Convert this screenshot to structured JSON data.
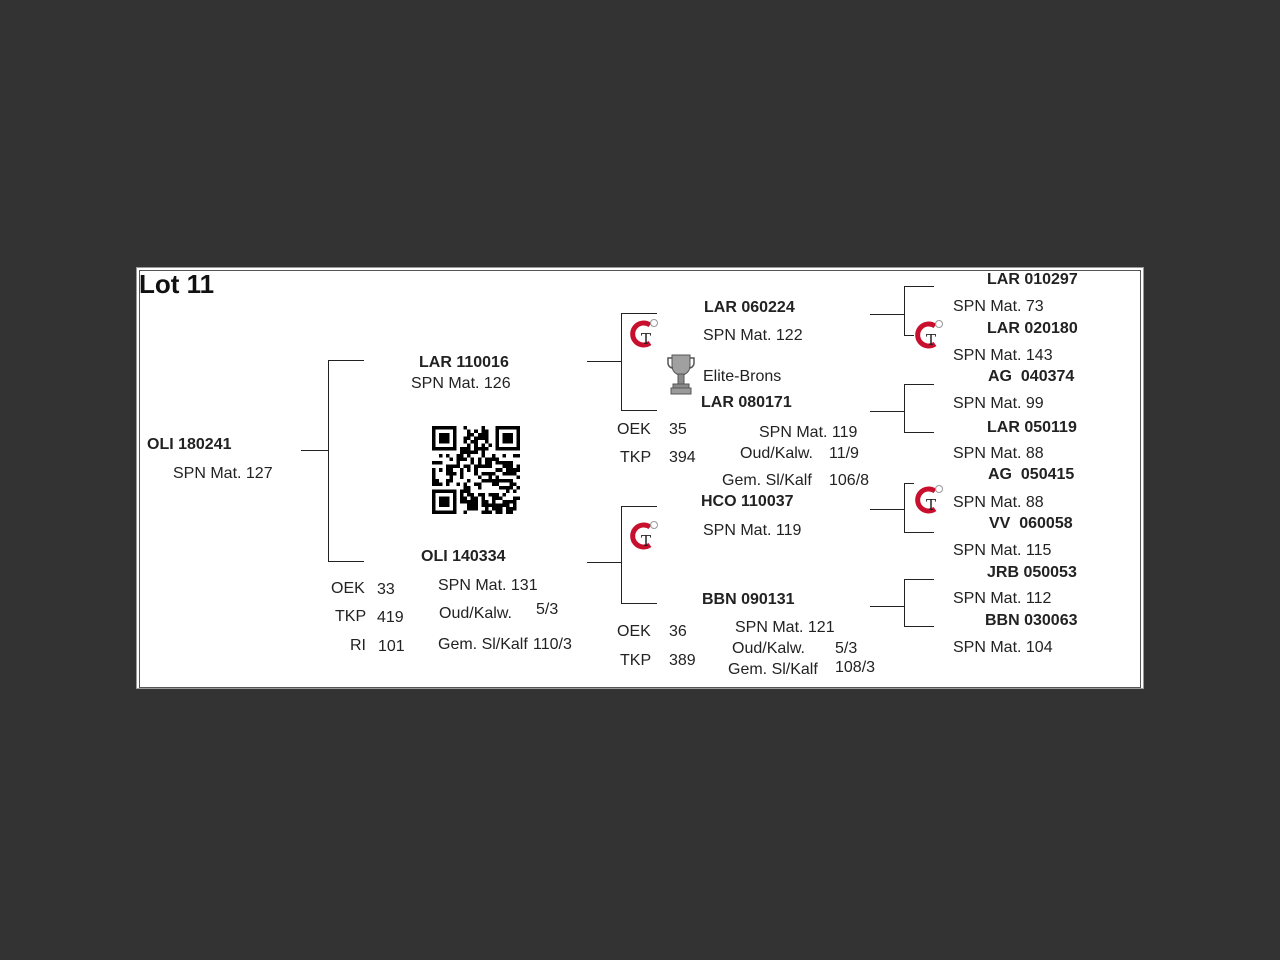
{
  "lot": {
    "title": "Lot 11"
  },
  "animal": {
    "id": "OLI 180241",
    "spn": "SPN Mat. 127"
  },
  "sire": {
    "id": "LAR 110016",
    "spn": "SPN Mat. 126"
  },
  "dam": {
    "id": "OLI 140334",
    "spn": "SPN Mat. 131",
    "oek_label": "OEK",
    "oek": "33",
    "tkp_label": "TKP",
    "tkp": "419",
    "ri_label": "RI",
    "ri": "101",
    "oud_label": "Oud/Kalw.",
    "oud": "5/3",
    "gem_label": "Gem. Sl/Kalf",
    "gem": "110/3"
  },
  "ss": {
    "id": "LAR 060224",
    "spn": "SPN Mat. 122",
    "award": "Elite-Brons"
  },
  "sd": {
    "id": "LAR 080171",
    "spn": "SPN Mat. 119",
    "oek_label": "OEK",
    "oek": "35",
    "tkp_label": "TKP",
    "tkp": "394",
    "oud_label": "Oud/Kalw.",
    "oud": "11/9",
    "gem_label": "Gem. Sl/Kalf",
    "gem": "106/8"
  },
  "ds": {
    "id": "HCO 110037",
    "spn": "SPN Mat. 119"
  },
  "dd": {
    "id": "BBN 090131",
    "spn": "SPN Mat. 121",
    "oek_label": "OEK",
    "oek": "36",
    "tkp_label": "TKP",
    "tkp": "389",
    "oud_label": "Oud/Kalw.",
    "oud": "5/3",
    "gem_label": "Gem. Sl/Kalf",
    "gem": "108/3"
  },
  "gg": [
    {
      "id": "LAR 010297",
      "spn": "SPN Mat. 73"
    },
    {
      "id": "LAR 020180",
      "spn": "SPN Mat. 143"
    },
    {
      "id": "AG  040374",
      "spn": "SPN Mat. 99"
    },
    {
      "id": "LAR 050119",
      "spn": "SPN Mat. 88"
    },
    {
      "id": "AG  050415",
      "spn": "SPN Mat. 88"
    },
    {
      "id": "VV  060058",
      "spn": "SPN Mat. 115"
    },
    {
      "id": "JRB 050053",
      "spn": "SPN Mat. 112"
    },
    {
      "id": "BBN 030063",
      "spn": "SPN Mat. 104"
    }
  ],
  "icons": {
    "genetics_logo": "gt-logo-icon",
    "trophy": "trophy-icon",
    "qr": "qr-code"
  },
  "colors": {
    "page": "#333333",
    "sheet": "#ffffff",
    "logo_red": "#c8102e"
  }
}
